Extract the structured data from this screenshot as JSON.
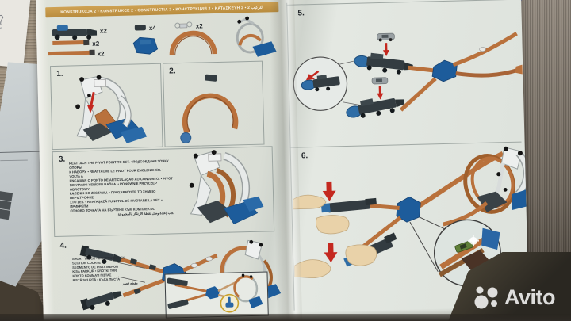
{
  "colors": {
    "accent_tan": "#C79A4B",
    "track_orange": "#B9713C",
    "part_blue": "#1F5E9E",
    "arrow_red": "#C4281F",
    "page": "#DFE2D9"
  },
  "watermark": {
    "brand": "Avito"
  },
  "booklet": {
    "header_title": "KONSTRUKCJA 2 • KONSTRUKCE 2 • CONSTRUCTIA 2 • КОНСТРУКЦИЯ 2 • ΚΑΤΑΣΚΕΥΗ 2 • التركيب 2",
    "parts": {
      "launcher_qty": "x2",
      "short_track_qty": "x2",
      "long_track_qty": "x2",
      "connector_qty": "x4",
      "clip_qty": "x2"
    },
    "steps": {
      "s1": "1.",
      "s2": "2.",
      "s3": "3.",
      "s4": "4.",
      "s5": "5.",
      "s6": "6."
    },
    "step3_lines": [
      "REATTACH THE PIVOT POINT TO SET. • ПОДСОЕДИНИ ТОЧКУ ОПОРЫ",
      "К НАБОРУ. • REATTACHE LE PIVOT POUR ENCLENCHER. • VOLTA A",
      "ENCAIXAR O PONTO DE ARTICULAÇÃO AO CONJUNTO. • PIVOT",
      "NOKTASINI YENİDEN BAĞLA. • PONOWNIE PRZYCZEP OBROTOWY",
      "ŁĄCZNIK DO ZESTAWU. • ΠΡΟΣΑΡΜΟΣΤΕ ΤΟ ΣΗΜΕΙΟ ΠΕΡΙΣΤΡΟΦΗΣ",
      "ΣΤΟ ΣΕΤ. • REATAȘAZĂ PUNCTUL DE PIVOTARE LA SET. • ПРИКРЕПИ",
      "ОТНОВО ТОЧКАТА НА ВЪРТЕНЕ КЪМ КОМПЛЕКТА.",
      "يجب إعادة وصل نقطة الارتكاز بالمجموعة"
    ],
    "step4_lines": [
      "SHORT TRACK • КОРОТКИЙ ТРЕК",
      "SECTION COURTE",
      "SEGMENTO DE PISTA MENOR",
      "KISA PARKUR • KRÓTKI TOR",
      "ΚΟΝΤΟ ΚΟΜΜΑΤΙ ΠΙΣΤΑΣ",
      "PISTĂ SCURTĂ • КЪСА ПИСТА",
      "مقطع قصير"
    ]
  }
}
